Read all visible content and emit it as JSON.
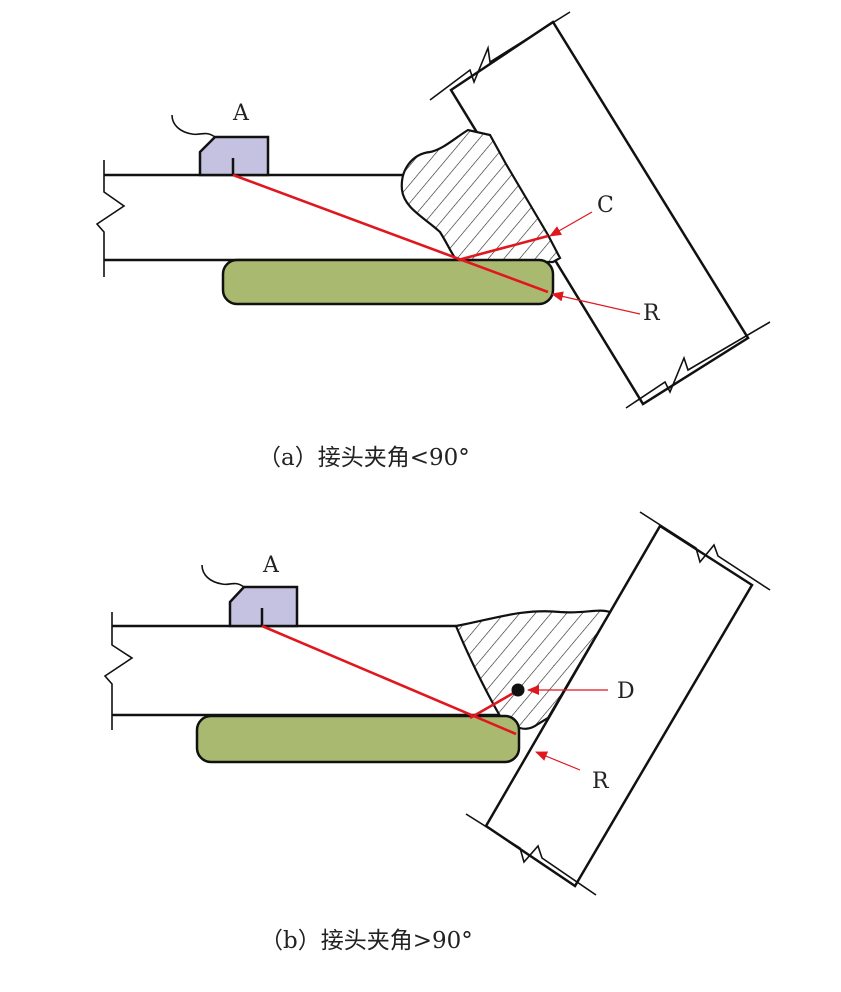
{
  "diagram_a": {
    "caption": "（a）接头夹角<90°",
    "probe_label": "A",
    "label_c": "C",
    "label_r": "R"
  },
  "diagram_b": {
    "caption": "（b）接头夹角>90°",
    "probe_label": "A",
    "label_d": "D",
    "label_r": "R"
  },
  "colors": {
    "probe_fill": "#c4c2e0",
    "backing_fill": "#a9ba70",
    "beam": "#e0171f",
    "outline": "#111111"
  }
}
